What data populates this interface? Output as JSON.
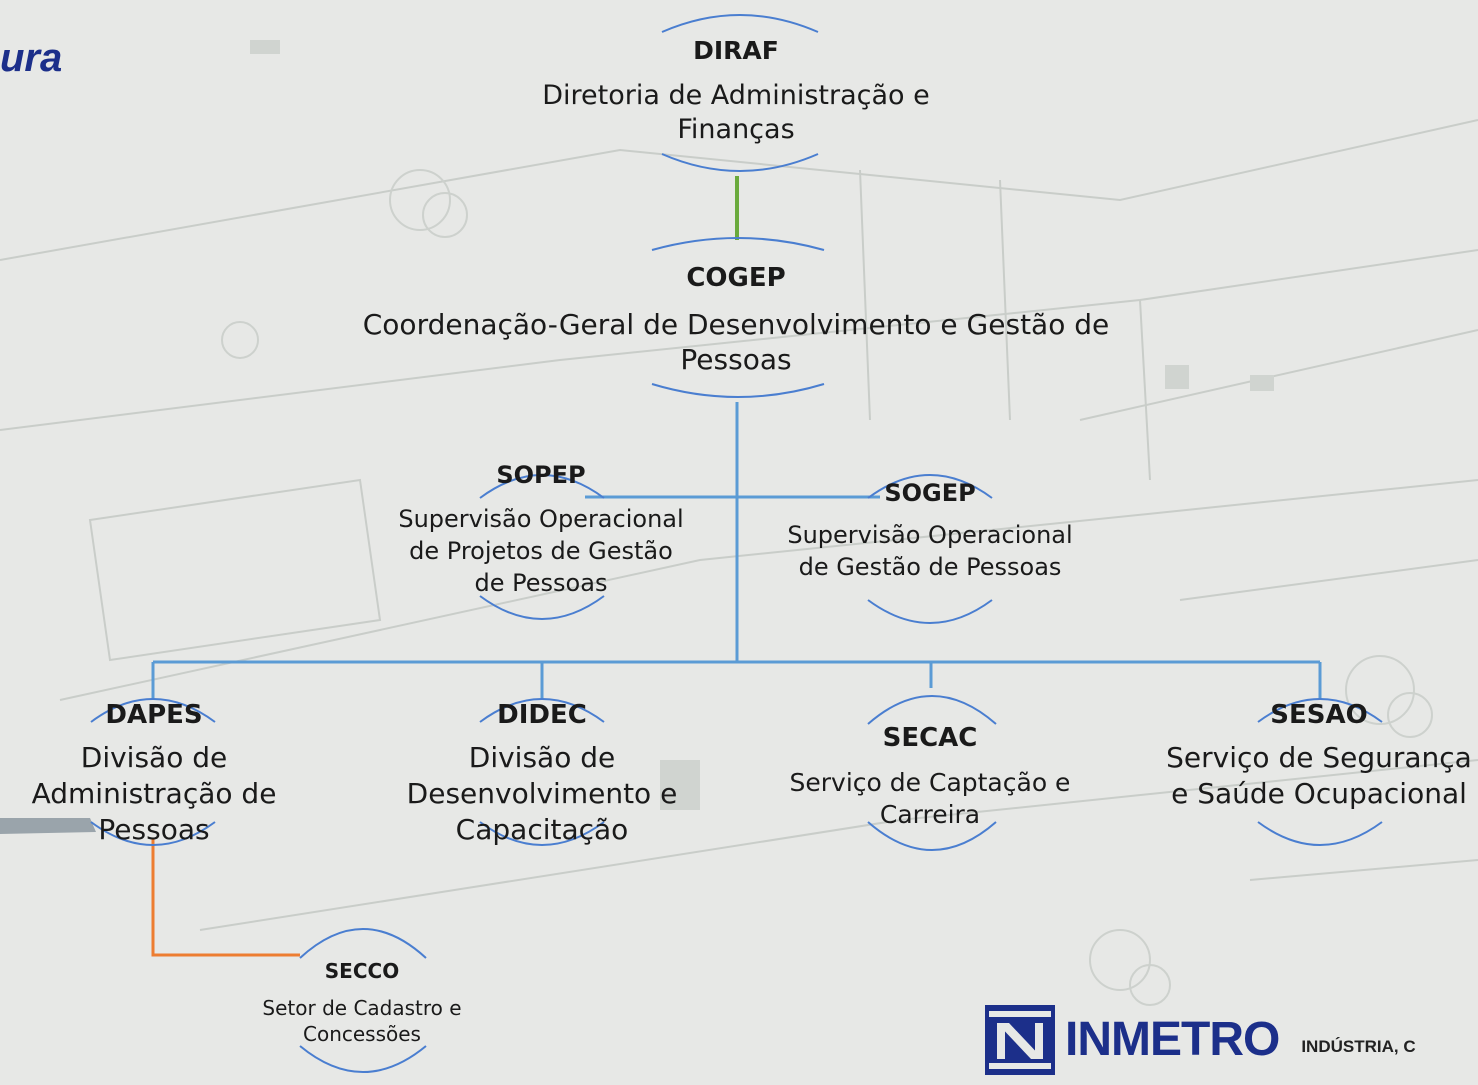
{
  "heading": "ura",
  "nodes": {
    "diraf": {
      "code": "DIRAF",
      "name": "Diretoria de Administração e Finanças"
    },
    "cogep": {
      "code": "COGEP",
      "name": "Coordenação-Geral de Desenvolvimento e Gestão de Pessoas"
    },
    "sopep": {
      "code": "SOPEP",
      "name": "Supervisão Operacional de Projetos de Gestão de Pessoas"
    },
    "sogep": {
      "code": "SOGEP",
      "name": "Supervisão Operacional de Gestão de Pessoas"
    },
    "dapes": {
      "code": "DAPES",
      "name": "Divisão de Administração de Pessoas"
    },
    "didec": {
      "code": "DIDEC",
      "name": "Divisão de Desenvolvimento e Capacitação"
    },
    "secac": {
      "code": "SECAC",
      "name": "Serviço de Captação e Carreira"
    },
    "sesao": {
      "code": "SESAO",
      "name": "Serviço de Segurança e Saúde Ocupacional"
    },
    "secco": {
      "code": "SECCO",
      "name": "Setor de Cadastro e Concessões"
    }
  },
  "links": [
    {
      "from": "DIRAF",
      "to": "COGEP",
      "color": "#6aaa3c"
    },
    {
      "from": "COGEP",
      "to": "SOPEP",
      "color": "#5b9bd5"
    },
    {
      "from": "COGEP",
      "to": "SOGEP",
      "color": "#5b9bd5"
    },
    {
      "from": "COGEP",
      "to": "DAPES",
      "color": "#5b9bd5"
    },
    {
      "from": "COGEP",
      "to": "DIDEC",
      "color": "#5b9bd5"
    },
    {
      "from": "COGEP",
      "to": "SECAC",
      "color": "#5b9bd5"
    },
    {
      "from": "COGEP",
      "to": "SESAO",
      "color": "#5b9bd5"
    },
    {
      "from": "DAPES",
      "to": "SECCO",
      "color": "#ed7d31"
    }
  ],
  "colors": {
    "arc": "#4a7ed0",
    "logo": "#1c2f8a",
    "background": "#e7e8e6"
  },
  "logo": {
    "icon": "inmetro-emblem-icon",
    "name": "INMETRO",
    "tagline": "INDÚSTRIA, C"
  }
}
